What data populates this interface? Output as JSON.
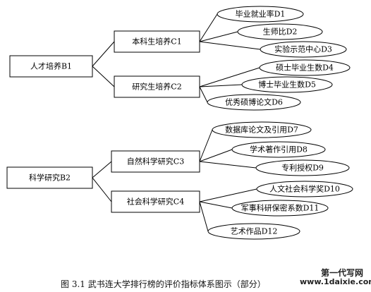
{
  "diagram": {
    "groups": [
      {
        "label": "人才培养B1",
        "children": [
          {
            "label": "本科生培养C1",
            "leaves": [
              "毕业就业率D1",
              "生师比D2",
              "实验示范中心D3"
            ]
          },
          {
            "label": "研究生培养C2",
            "leaves": [
              "硕士毕业生数D4",
              "博士毕业生数D5",
              "优秀硕博论文D6"
            ]
          }
        ]
      },
      {
        "label": "科学研究B2",
        "children": [
          {
            "label": "自然科学研究C3",
            "leaves": [
              "数据库论文及引用D7",
              "学术著作引用D8",
              "专利授权D9"
            ]
          },
          {
            "label": "社会科学研究C4",
            "leaves": [
              "人文社会科学奖D10",
              "军事科研保密系数D11",
              "艺术作品D12"
            ]
          }
        ]
      }
    ]
  },
  "caption": "图 3.1  武书连大学排行榜的评价指标体系图示（部分）",
  "watermark": {
    "line1": "第一代写网",
    "line2": "www.1daixie.com"
  }
}
